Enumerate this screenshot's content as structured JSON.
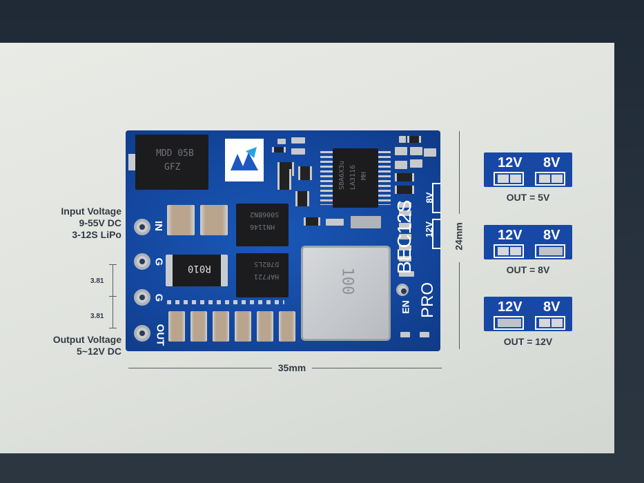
{
  "labels": {
    "input_voltage": "Input Voltage",
    "input_range": "9-55V DC",
    "input_cells": "3-12S LiPo",
    "output_voltage": "Output Voltage",
    "output_range": "5~12V DC",
    "pitch_1": "3.81",
    "pitch_2": "3.81",
    "width_dim": "35mm",
    "height_dim": "24mm"
  },
  "board": {
    "pad_in": "IN",
    "pad_g1": "G",
    "pad_g2": "G",
    "pad_out": "OUT",
    "en": "EN",
    "model": "BEC12S",
    "edition": "PRO",
    "sel_12v": "12V",
    "sel_8v": "8V",
    "diode_text_1": "MDD 05B",
    "diode_text_2": "GFZ",
    "mosfet1_text_1": "S006BN2",
    "mosfet1_text_2": "HN1146",
    "mosfet2_text_1": "D702LS",
    "mosfet2_text_2": "HAF721",
    "shunt_text": "R010",
    "ic_text_1": "S8A6X3u",
    "ic_text_2": "LA3116",
    "ic_text_3": "MH",
    "inductor_text": "100"
  },
  "jumpers": [
    {
      "left": "12V",
      "right": "8V",
      "caption": "OUT = 5V"
    },
    {
      "left": "12V",
      "right": "8V",
      "caption": "OUT = 8V"
    },
    {
      "left": "12V",
      "right": "8V",
      "caption": "OUT = 12V"
    }
  ]
}
